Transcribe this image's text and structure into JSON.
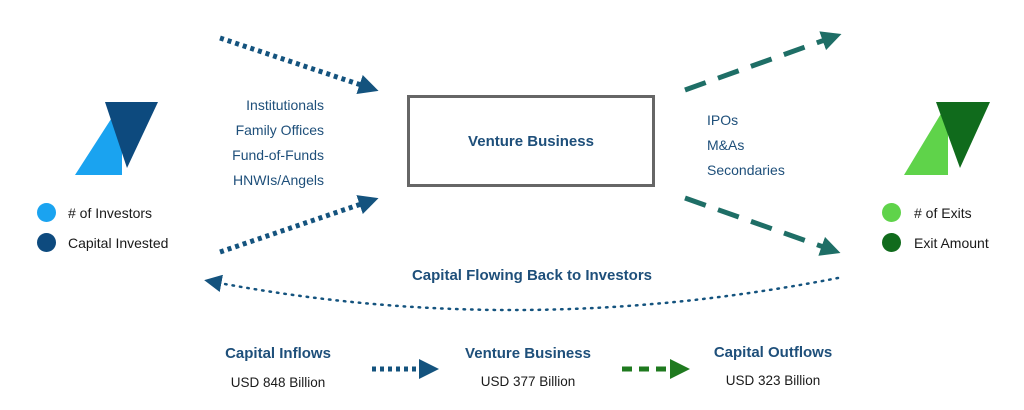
{
  "investors": {
    "sources": [
      "Institutionals",
      "Family Offices",
      "Fund-of-Funds",
      "HNWIs/Angels"
    ],
    "legend": [
      {
        "label": "# of Investors",
        "color": "#1aa3f0"
      },
      {
        "label": "Capital Invested",
        "color": "#0d4a7e"
      }
    ],
    "logo_colors": {
      "light": "#1aa3f0",
      "dark": "#0d4a7e"
    }
  },
  "center_box": {
    "label": "Venture Business"
  },
  "exits": {
    "routes": [
      "IPOs",
      "M&As",
      "Secondaries"
    ],
    "legend": [
      {
        "label": "# of Exits",
        "color": "#5fd34a"
      },
      {
        "label": "Exit Amount",
        "color": "#106b1c"
      }
    ],
    "logo_colors": {
      "light": "#5fd34a",
      "dark": "#106b1c"
    }
  },
  "flow_back": {
    "label": "Capital Flowing Back to Investors"
  },
  "summary": {
    "inflows": {
      "title": "Capital Inflows",
      "value": "USD 848 Billion"
    },
    "venture": {
      "title": "Venture Business",
      "value": "USD 377 Billion"
    },
    "outflows": {
      "title": "Capital Outflows",
      "value": "USD 323 Billion"
    }
  },
  "colors": {
    "inflow_arrow": "#14537e",
    "outflow_arrow": "#1e6e66",
    "summary_outflow_arrow": "#1f7a1f",
    "return_arrow": "#14537e"
  }
}
